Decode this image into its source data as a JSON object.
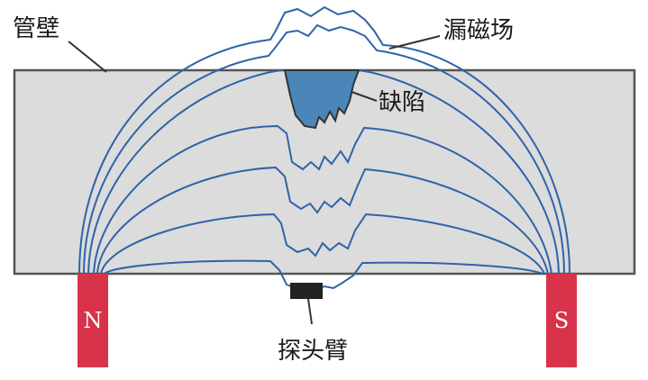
{
  "labels": {
    "pipe_wall": "管壁",
    "leakage_field": "漏磁场",
    "defect": "缺陷",
    "probe_arm": "探头臂"
  },
  "poles": {
    "north": "N",
    "south": "S"
  },
  "colors": {
    "wall_fill": "#dcdcdc",
    "wall_stroke": "#555555",
    "field_line": "#2f63a8",
    "defect_fill": "#4a87b8",
    "magnet": "#d8334a",
    "probe": "#222222",
    "leader": "#333333"
  }
}
